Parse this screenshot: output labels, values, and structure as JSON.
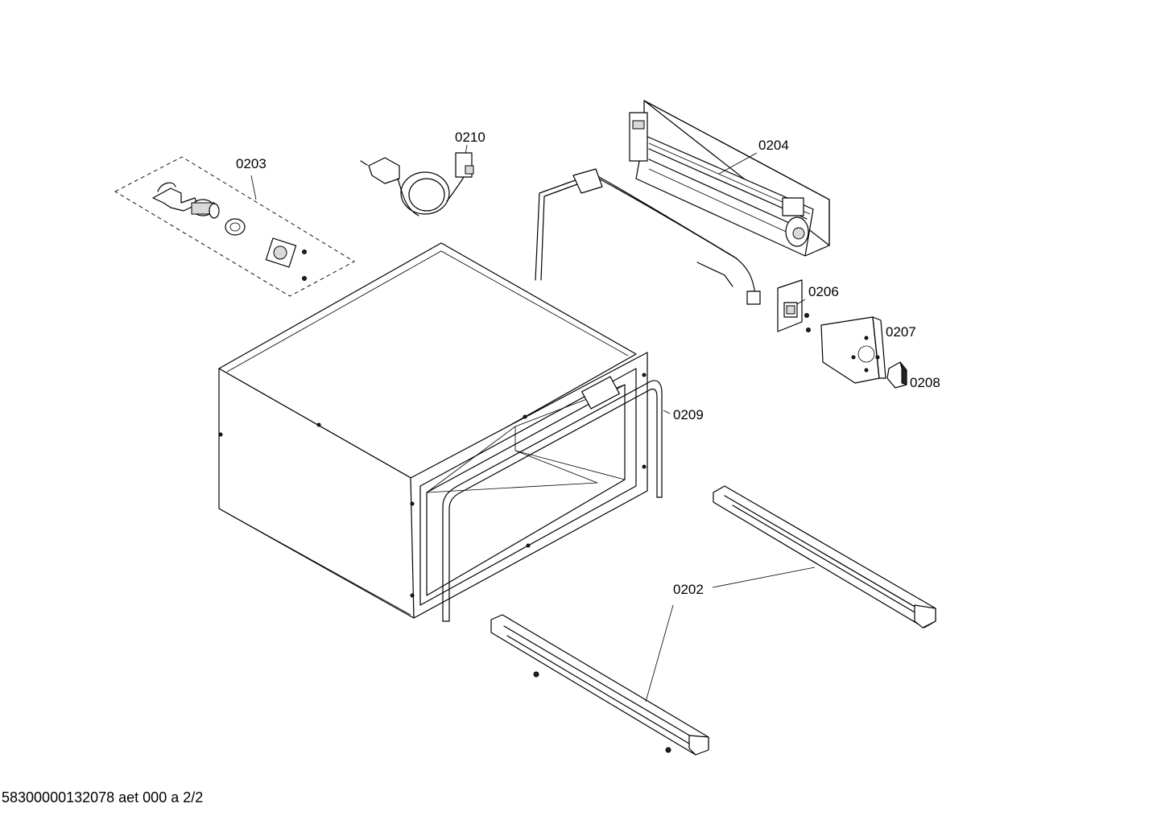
{
  "labels": {
    "p0203": "0203",
    "p0210": "0210",
    "p0204": "0204",
    "p0206": "0206",
    "p0207": "0207",
    "p0208": "0208",
    "p0209": "0209",
    "p0202": "0202"
  },
  "footer": {
    "document_id": "58300000132078 aet 000 a 2/2"
  }
}
